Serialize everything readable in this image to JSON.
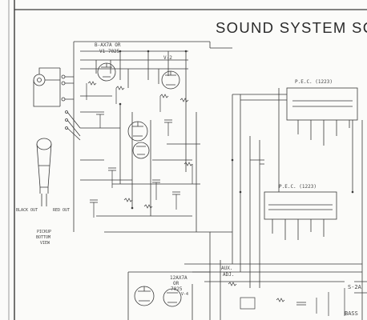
{
  "title": "SOUND SYSTEM SCHEM",
  "labels": {
    "tube_v1": "B-AX7A OR",
    "tube_v1_b": "V1 7025",
    "tube_v2": "V-2",
    "tube_v4": "12AX7A",
    "tube_v4_b": "OR",
    "tube_v4_c": "7025",
    "tube_v4_d": "V-4",
    "pec_top": "P.E.C. (1223)",
    "pec_mid": "P.E.C. (1223)",
    "black_out": "BLACK OUT",
    "red_out": "RED OUT",
    "pickup": "PICKUP",
    "bottom": "BOTTOM",
    "view": "VIEW",
    "bass": "BASS",
    "s2a": "S-2A",
    "aux": "AUX.",
    "adj": "ADJ."
  },
  "colors": {
    "ink": "#3a3a3a",
    "paper": "#fbfbf9"
  }
}
